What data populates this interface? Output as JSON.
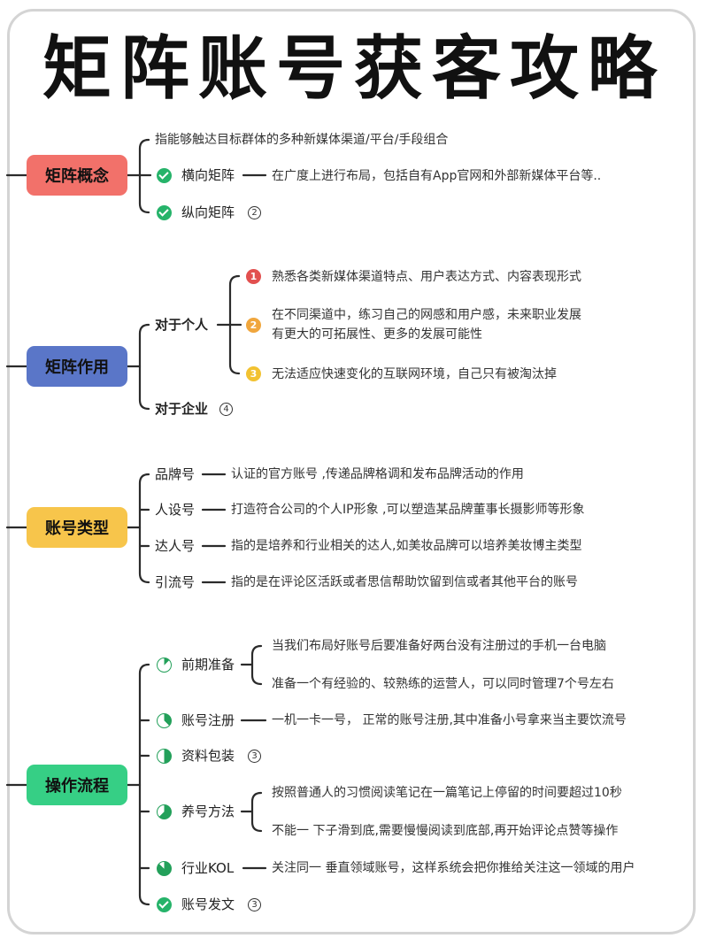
{
  "title": "矩阵账号获客攻略",
  "colors": {
    "concept": "#f2716a",
    "role": "#5a76c8",
    "types": "#f7c54b",
    "process": "#36cf85",
    "check": "#26b36a",
    "num1": "#e2504f",
    "num2": "#f0a63d",
    "num3": "#f2c231"
  },
  "sections": {
    "concept": {
      "label": "矩阵概念",
      "desc": "指能够触达目标群体的多种新媒体渠道/平台/手段组合",
      "horizontal": {
        "label": "横向矩阵",
        "text": "在广度上进行布局，包括自有App官网和外部新媒体平台等.."
      },
      "vertical": {
        "label": "纵向矩阵",
        "badge": "2"
      }
    },
    "role": {
      "label": "矩阵作用",
      "personal": {
        "label": "对于个人",
        "items": [
          {
            "num": "1",
            "text": "熟悉各类新媒体渠道特点、用户表达方式、内容表现形式"
          },
          {
            "num": "2",
            "text": "在不同渠道中，练习自己的网感和用户感，未来职业发展",
            "text2": "有更大的可拓展性、更多的发展可能性"
          },
          {
            "num": "3",
            "text": "无法适应快速变化的互联网环境，自己只有被淘汰掉"
          }
        ]
      },
      "enterprise": {
        "label": "对于企业",
        "badge": "4"
      }
    },
    "types": {
      "label": "账号类型",
      "items": [
        {
          "label": "品牌号",
          "text": "认证的官方账号 ,传递品牌格调和发布品牌活动的作用"
        },
        {
          "label": "人设号",
          "text": "打造符合公司的个人IP形象 ,可以塑造某品牌董事长摄影师等形象"
        },
        {
          "label": "达人号",
          "text": "指的是培养和行业相关的达人,如美妆品牌可以培养美妆博主类型"
        },
        {
          "label": "引流号",
          "text": "指的是在评论区活跃或者思信帮助饮留到信或者其他平台的账号"
        }
      ]
    },
    "process": {
      "label": "操作流程",
      "prep": {
        "label": "前期准备",
        "items": [
          "当我们布局好账号后要准备好两台没有注册过的手机一台电脑",
          "准备一个有经验的、较熟练的运营人，可以同时管理7个号左右"
        ]
      },
      "register": {
        "label": "账号注册",
        "text": "一机一卡一号， 正常的账号注册,其中准备小号拿来当主要饮流号"
      },
      "package": {
        "label": "资料包装",
        "badge": "3"
      },
      "nurture": {
        "label": "养号方法",
        "items": [
          "按照普通人的习惯阅读笔记在一篇笔记上停留的时间要超过10秒",
          "不能一 下子滑到底,需要慢慢阅读到底部,再开始评论点赞等操作"
        ]
      },
      "kol": {
        "label": "行业KOL",
        "text": "关注同一 垂直领域账号，这样系统会把你推给关注这一领域的用户"
      },
      "post": {
        "label": "账号发文",
        "badge": "3"
      }
    }
  }
}
